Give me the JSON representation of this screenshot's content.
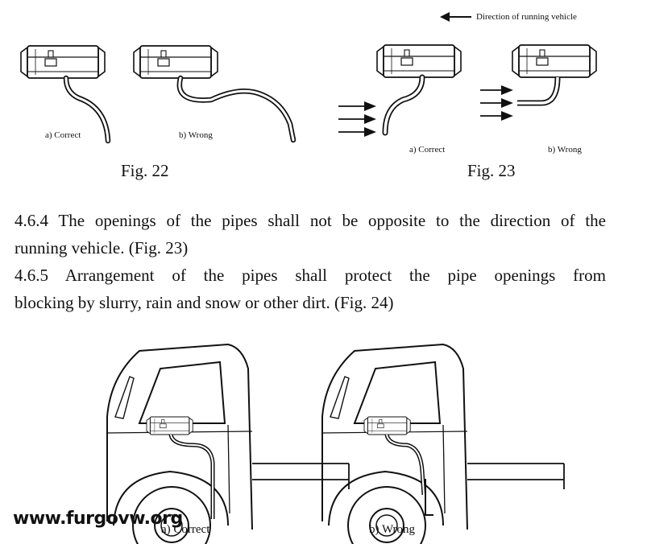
{
  "figure_22": {
    "caption": "Fig. 22",
    "label_correct": "a) Correct",
    "label_wrong": "b) Wrong"
  },
  "figure_23": {
    "caption": "Fig. 23",
    "direction_label": "Direction of running vehicle",
    "label_correct": "a) Correct",
    "label_wrong": "b) Wrong"
  },
  "paragraphs": {
    "p464_line1": "4.6.4 The openings of the pipes shall not be opposite to the direction of the",
    "p464_line2": "running vehicle. (Fig. 23)",
    "p465_line1": "4.6.5 Arrangement of the pipes shall protect the pipe openings from",
    "p465_line2": "blocking by slurry, rain and snow or other dirt. (Fig. 24)"
  },
  "figure_24": {
    "label_correct": "a) Correct",
    "label_wrong": "b) Wrong"
  },
  "watermark": "www.furgovw.org"
}
